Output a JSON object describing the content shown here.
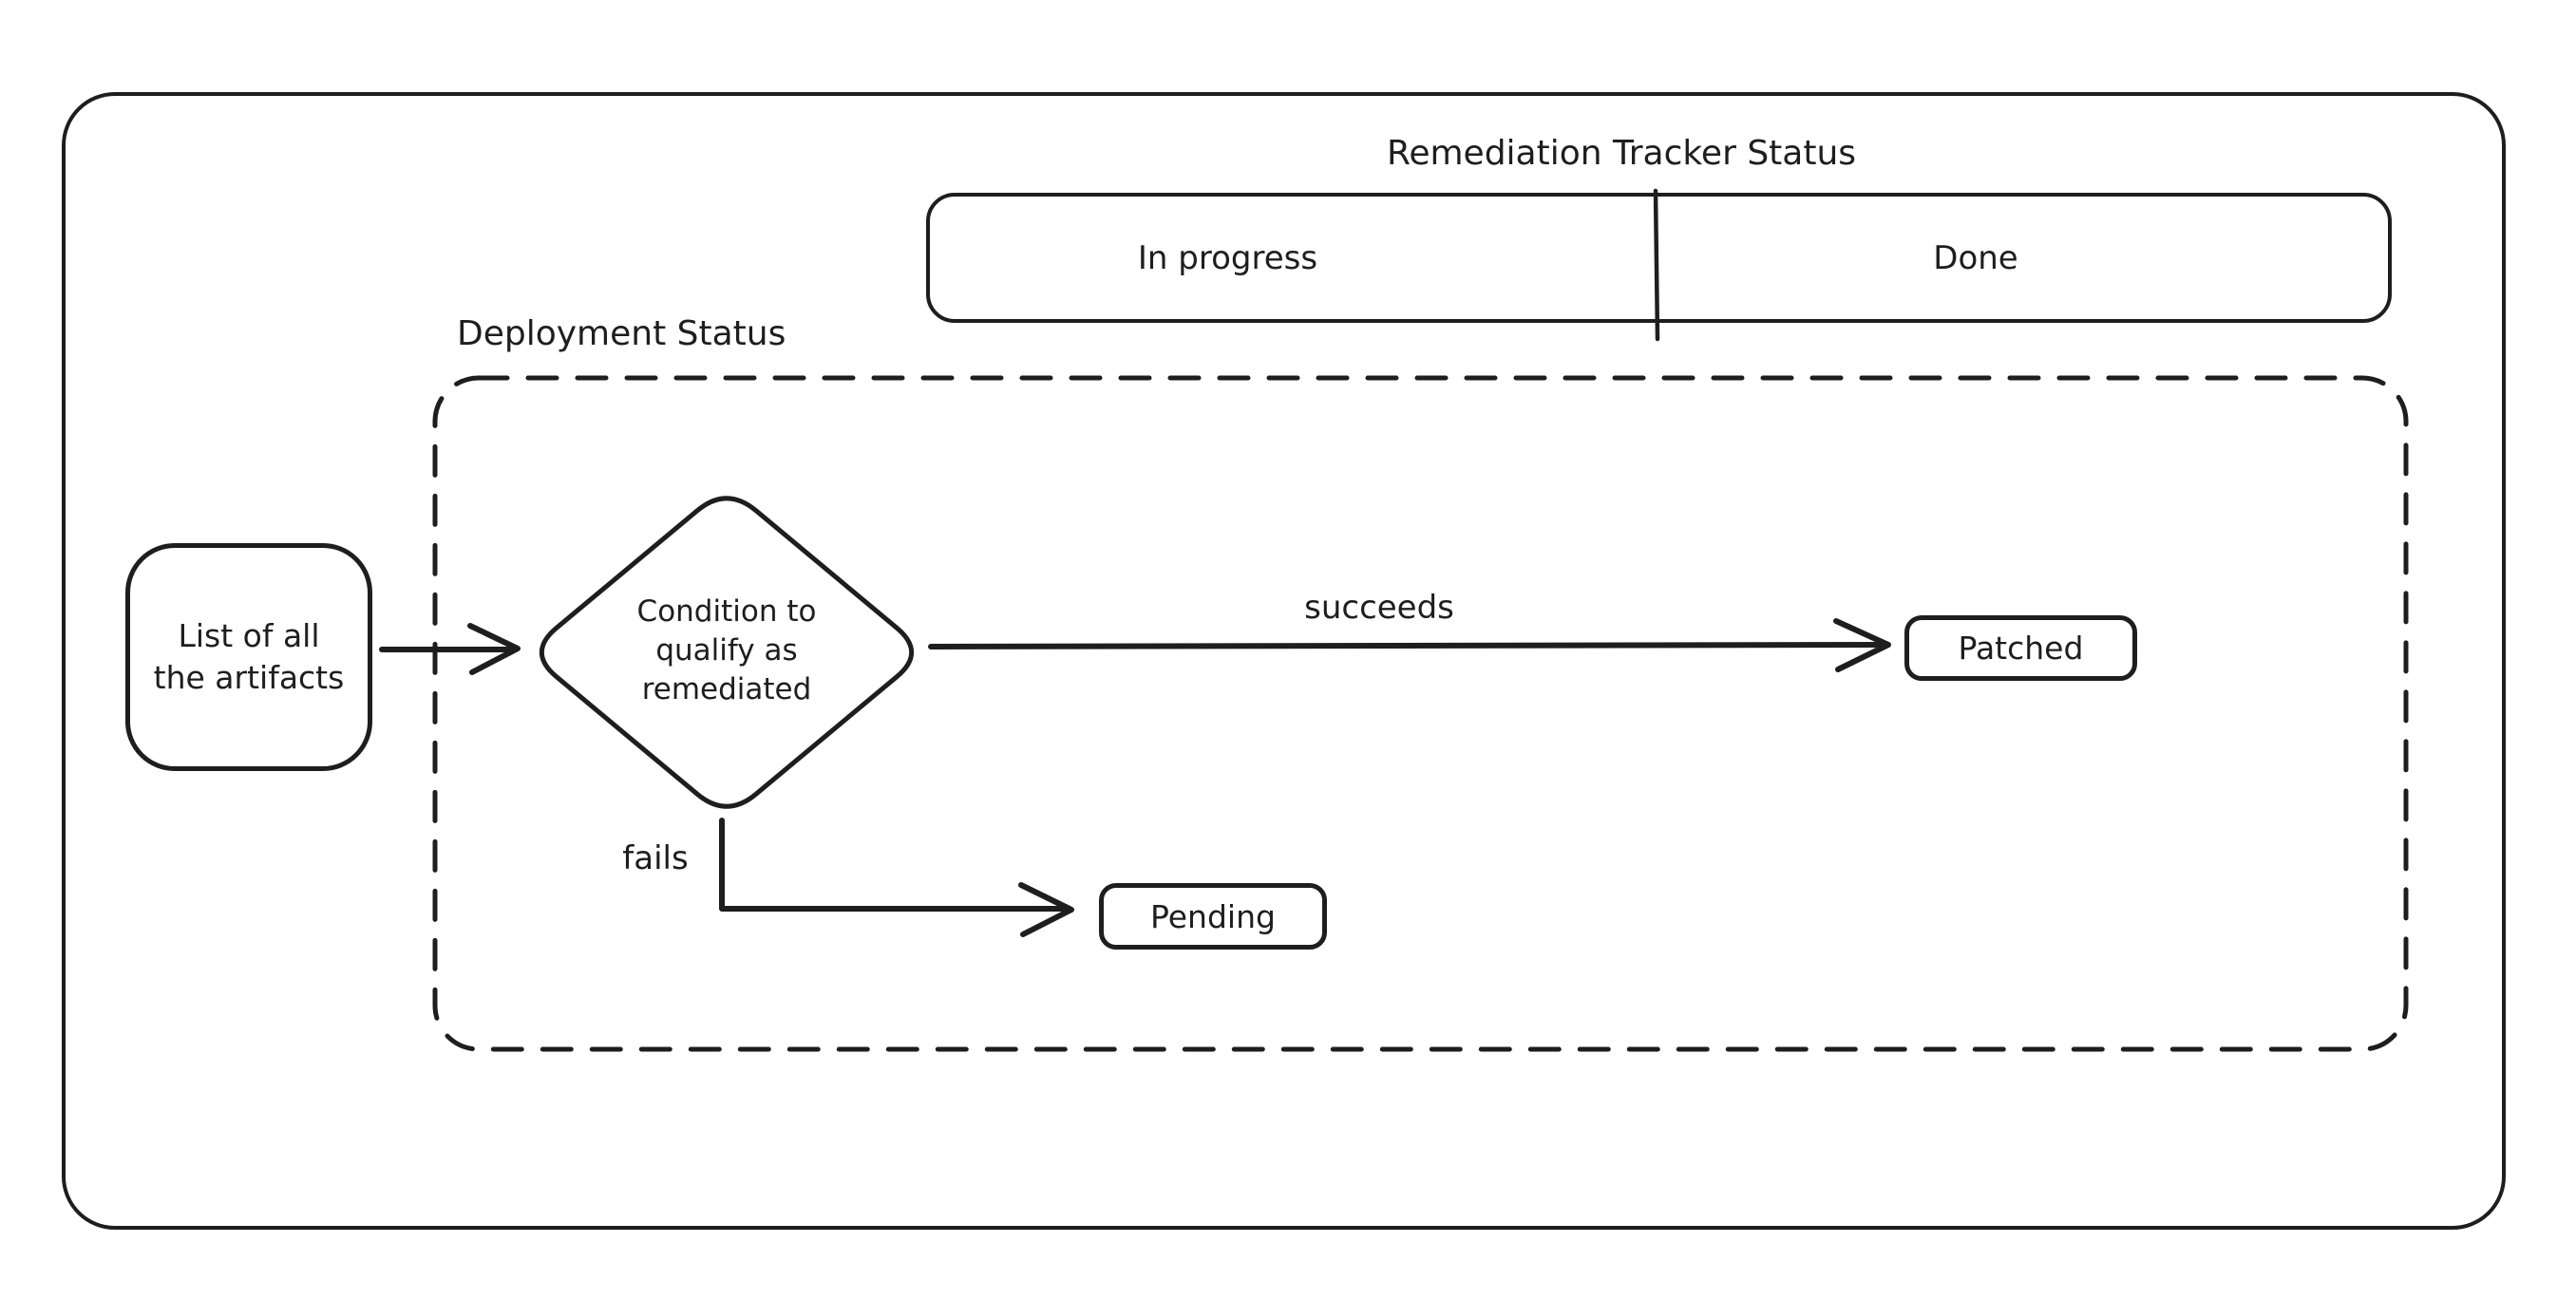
{
  "diagram": {
    "title": "Remediation Tracker Status",
    "tracker": {
      "cells": [
        {
          "label": "In progress"
        },
        {
          "label": "Done"
        }
      ]
    },
    "deployment_group": {
      "label": "Deployment Status"
    },
    "nodes": {
      "artifacts_label": "List of all\nthe artifacts",
      "condition_label": "Condition to\nqualify as\nremediated",
      "patched_label": "Patched",
      "pending_label": "Pending"
    },
    "edge_labels": {
      "succeeds": "succeeds",
      "fails": "fails"
    },
    "colors": {
      "stroke": "#1e1e1e",
      "background": "#ffffff"
    }
  }
}
